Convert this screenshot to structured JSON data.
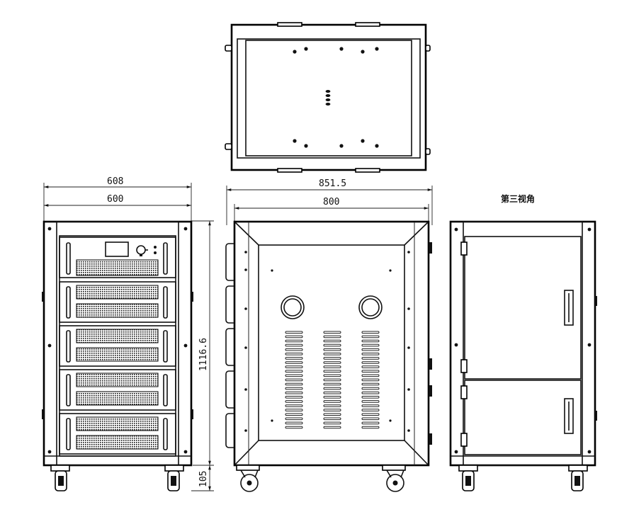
{
  "views": {
    "top": {
      "name": "top-view"
    },
    "front": {
      "name": "front-view"
    },
    "side": {
      "name": "side-view"
    },
    "back": {
      "name": "back-view"
    }
  },
  "dimensions": {
    "front_outer_width": "608",
    "front_inner_width": "600",
    "front_height": "1116.6",
    "front_caster_height": "105",
    "side_outer_width": "851.5",
    "side_inner_width": "800"
  },
  "annotation": {
    "projection_note": "第三视角"
  },
  "colors": {
    "line": "#111111",
    "background": "#ffffff"
  }
}
